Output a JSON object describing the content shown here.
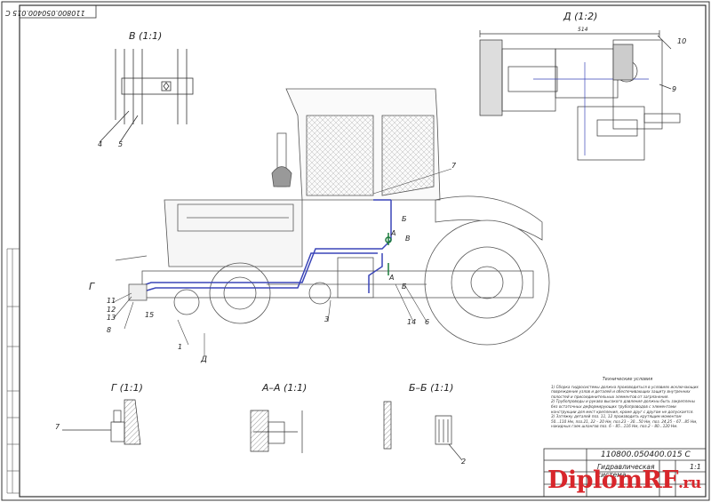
{
  "drawing": {
    "code_rotated": "110800.050400.015 С",
    "stamp_code": "110800.050400.015 С",
    "stamp_title": "Гидравлическая\nсистема",
    "sheet_no": "1:1",
    "watermark": "DiplomRF",
    "watermark_suffix": ".ru"
  },
  "views": {
    "v": "В (1:1)",
    "d": "Д (1:2)",
    "g": "Г (1:1)",
    "aa": "А–А (1:1)",
    "bb": "Б–Б (1:1)"
  },
  "section_marks": {
    "g": "Г",
    "d": "Д",
    "a_upper": "А",
    "a_lower": "А",
    "b_upper": "Б",
    "b_lower": "Б",
    "v": "В"
  },
  "callouts": {
    "c1": "1",
    "c2": "2",
    "c3": "3",
    "c4": "4",
    "c5": "5",
    "c6": "6",
    "c7": "7",
    "c7b": "7",
    "c8": "8",
    "c9": "9",
    "c10": "10",
    "c11": "11",
    "c12": "12",
    "c13": "13",
    "c14": "14",
    "c15": "15"
  },
  "dimensions": {
    "d_width": "514"
  },
  "notes": {
    "title": "Технические условия",
    "lines": [
      "1) Сборка гидросистемы должна производиться в условиях исключающих",
      "повреждение узлов и деталей и обеспечивающих защиту внутренних",
      "полостей и присоединительных элементов от загрязнения.",
      "2) Трубопроводы и рукава высокого давления должны быть закреплены",
      "без остаточных деформирующих трубопроводов с элементами",
      "конструкции для мест крепления, кроме друг с другом не допускается.",
      "3) Затяжку деталей поз. 11, 12 производить крутящим моментом",
      "50...110 Нм, поз.21, 22 – 20 Нм, поз.23 – 30...50 Нм, поз. 24,25 – 67...85 Нм,",
      "накидных гаек шлангов поз. 6 – 85...116 Нм, поз.2 – 80...120 Нм."
    ]
  },
  "colors": {
    "ink": "#333333",
    "hydraulic_line": "#3a45b8",
    "hydraulic_valve": "#1a7a3a",
    "watermark": "#d8262b"
  }
}
